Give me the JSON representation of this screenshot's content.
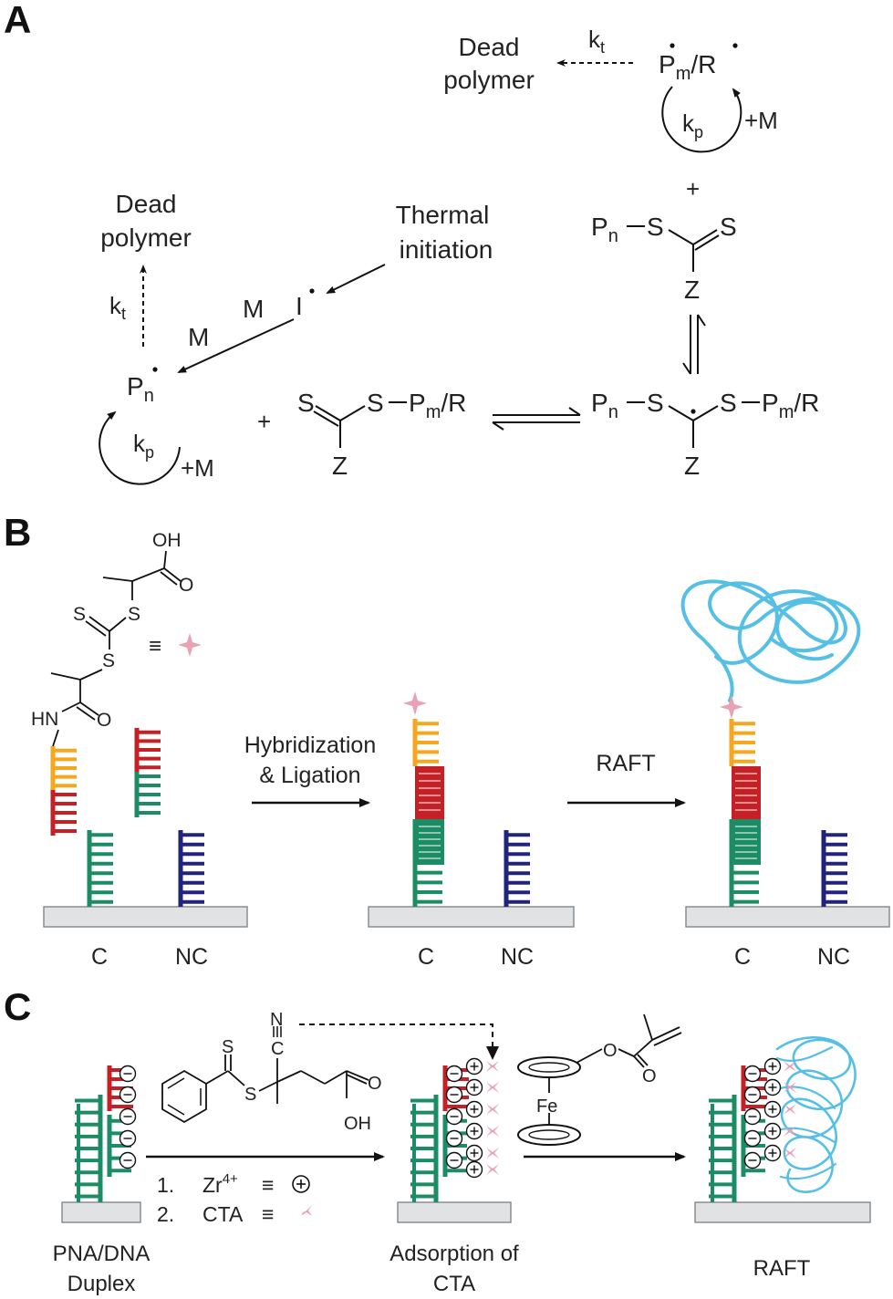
{
  "panels": {
    "a": "A",
    "b": "B",
    "c": "C"
  },
  "colors": {
    "green": "#1b8c64",
    "red": "#c42026",
    "orange": "#f5a81f",
    "navy": "#22237a",
    "cyan": "#56bfe6",
    "star": "#e8a2b4",
    "surface": "#e0e2e4",
    "surface_border": "#8a8d90"
  },
  "scheme_a": {
    "dead_polymer_top": [
      "Dead",
      "polymer"
    ],
    "dead_polymer_left": [
      "Dead",
      "polymer"
    ],
    "kt": "k",
    "kt_sub": "t",
    "kp": "k",
    "kp_sub": "p",
    "pm_r": {
      "p": "P",
      "m": "m",
      "r": "/R"
    },
    "plus_m": "+M",
    "plus": "+",
    "thermal_initiation": [
      "Thermal",
      "initiation"
    ],
    "initiator": "I",
    "monomer": "M",
    "pn": {
      "p": "P",
      "n": "n"
    },
    "s": "S",
    "z": "Z",
    "dash_pm_r": "P",
    "m_sub": "m",
    "slash_r": "/R"
  },
  "scheme_b": {
    "oh": "OH",
    "o": "O",
    "s": "S",
    "hn": "HN",
    "equiv": "≡",
    "hybridization": [
      "Hybridization",
      "& Ligation"
    ],
    "raft": "RAFT",
    "c_label": "C",
    "nc_label": "NC"
  },
  "scheme_c": {
    "n": "N",
    "c": "C",
    "s": "S",
    "oh": "OH",
    "o": "O",
    "fe": "Fe",
    "step1": [
      "1.",
      "Zr",
      "4+",
      "≡"
    ],
    "step2": [
      "2.",
      "CTA",
      "≡"
    ],
    "duplex_label": [
      "PNA/DNA",
      "Duplex"
    ],
    "adsorption_label": [
      "Adsorption of",
      "CTA"
    ],
    "raft_label": "RAFT",
    "minus": "−",
    "plus": "+"
  }
}
